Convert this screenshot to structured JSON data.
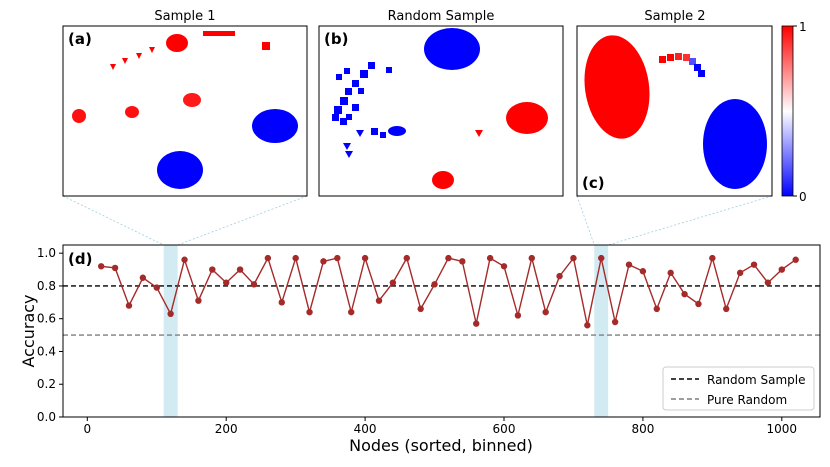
{
  "panels": {
    "a": {
      "title": "Sample 1",
      "label": "(a)"
    },
    "b": {
      "title": "Random Sample",
      "label": "(b)"
    },
    "c": {
      "title": "Sample 2",
      "label": "(c)"
    }
  },
  "colorbar": {
    "max_label": "1",
    "min_label": "0",
    "low_color": "#0000ff",
    "mid_color": "#ffffff",
    "high_color": "#ff0000"
  },
  "colors": {
    "line": "#a52a2a",
    "highlight": "#add8e6",
    "random_sample_line": "#000000",
    "pure_random_line": "#7f7f7f"
  },
  "chart_data": {
    "type": "line",
    "label": "(d)",
    "xlabel": "Nodes (sorted, binned)",
    "ylabel": "Accuracy",
    "xlim": [
      -35,
      1055
    ],
    "ylim": [
      0.0,
      1.05
    ],
    "xticks": [
      0,
      200,
      400,
      600,
      800,
      1000
    ],
    "yticks": [
      0.0,
      0.2,
      0.4,
      0.6,
      0.8,
      1.0
    ],
    "xtick_labels": [
      "0",
      "200",
      "400",
      "600",
      "800",
      "1000"
    ],
    "ytick_labels": [
      "0.0",
      "0.2",
      "0.4",
      "0.6",
      "0.8",
      "1.0"
    ],
    "highlight_ranges": [
      [
        110,
        130
      ],
      [
        730,
        750
      ]
    ],
    "series": [
      {
        "x": [
          20,
          40,
          60,
          80,
          100,
          120,
          140,
          160,
          180,
          200,
          220,
          240,
          260,
          280,
          300,
          320,
          340,
          360,
          380,
          400,
          420,
          440,
          460,
          480,
          500,
          520,
          540,
          560,
          580,
          600,
          620,
          640,
          660,
          680,
          700,
          720,
          740,
          760,
          780,
          800,
          820,
          840,
          860,
          880,
          900,
          920,
          940,
          960,
          980,
          1000,
          1020
        ],
        "values": [
          0.92,
          0.91,
          0.68,
          0.85,
          0.79,
          0.63,
          0.96,
          0.71,
          0.9,
          0.82,
          0.9,
          0.81,
          0.97,
          0.7,
          0.97,
          0.64,
          0.95,
          0.97,
          0.64,
          0.97,
          0.71,
          0.82,
          0.97,
          0.66,
          0.81,
          0.97,
          0.95,
          0.57,
          0.97,
          0.92,
          0.62,
          0.97,
          0.64,
          0.86,
          0.97,
          0.56,
          0.97,
          0.58,
          0.93,
          0.89,
          0.66,
          0.88,
          0.75,
          0.69,
          0.97,
          0.66,
          0.88,
          0.93,
          0.82,
          0.9,
          0.96
        ]
      }
    ],
    "reference_lines": [
      {
        "name": "Random Sample",
        "value": 0.8,
        "style": "dashed"
      },
      {
        "name": "Pure Random",
        "value": 0.5,
        "style": "dashed"
      }
    ],
    "legend_position": "lower-right",
    "legend": [
      "Random Sample",
      "Pure Random"
    ],
    "grid": false
  }
}
